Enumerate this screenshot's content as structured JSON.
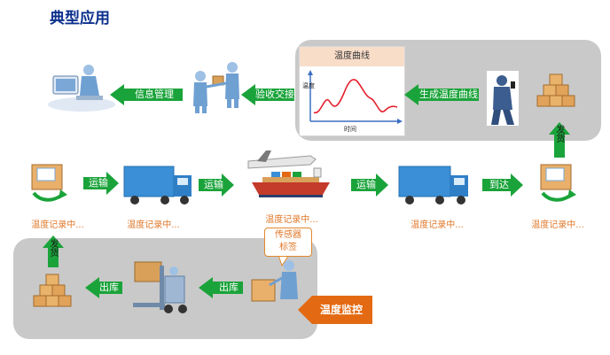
{
  "title": "典型应用",
  "chart": {
    "title": "温度曲线",
    "ylabel": "温度",
    "xlabel": "时间"
  },
  "arrows": {
    "info_mgmt": "信息管理",
    "acceptance": "验收交接",
    "gen_curve": "生成温度曲线",
    "transport1": "运输",
    "transport2": "运输",
    "transport3": "运输",
    "arrive": "到达",
    "ship_right": "发货",
    "ship_left": "发货",
    "outbound1": "出库",
    "outbound2": "出库",
    "monitor": "温度监控"
  },
  "captions": {
    "c1": "温度记录中...",
    "c2": "温度记录中...",
    "c3": "温度记录中...",
    "c4": "温度记录中...",
    "c5": "温度记录中..."
  },
  "sensor": {
    "line1": "传感器",
    "line2": "标签"
  },
  "colors": {
    "arrow_green": "#1aa33a",
    "monitor_orange": "#e36a12",
    "title_blue": "#0b2f8c",
    "caption_orange": "#e0782a"
  },
  "icons": [
    "computer-user-icon",
    "handshake-icon",
    "boxes-icon",
    "worker-icon",
    "truck-icon",
    "ship-airplane-icon",
    "forklift-icon",
    "sensor-tagging-icon"
  ]
}
